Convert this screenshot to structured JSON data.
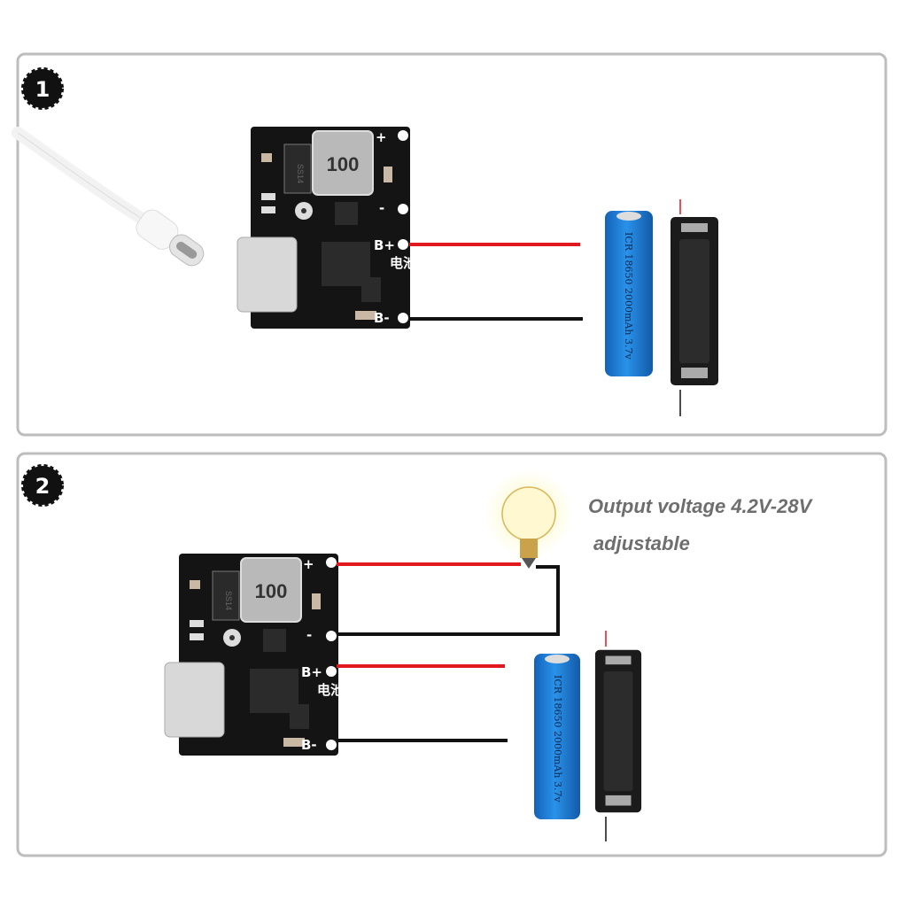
{
  "steps": [
    {
      "number": "1"
    },
    {
      "number": "2"
    }
  ],
  "board": {
    "inductor_label": "100",
    "diode_label": "SS14",
    "pin_out_plus": "+",
    "pin_out_minus": "-",
    "pin_bat_plus": "B+",
    "pin_bat_minus": "B-",
    "battery_label_cn": "电池"
  },
  "battery": {
    "label": "ICR 18650 2000mAh 3.7v"
  },
  "caption": {
    "line1": "Output voltage 4.2V-28V",
    "line2": "adjustable"
  },
  "colors": {
    "wire_red": "#e0191e",
    "wire_black": "#111111",
    "battery_blue": "#1f7fd8",
    "pcb": "#141414",
    "panel_border": "#bdbdbd"
  }
}
